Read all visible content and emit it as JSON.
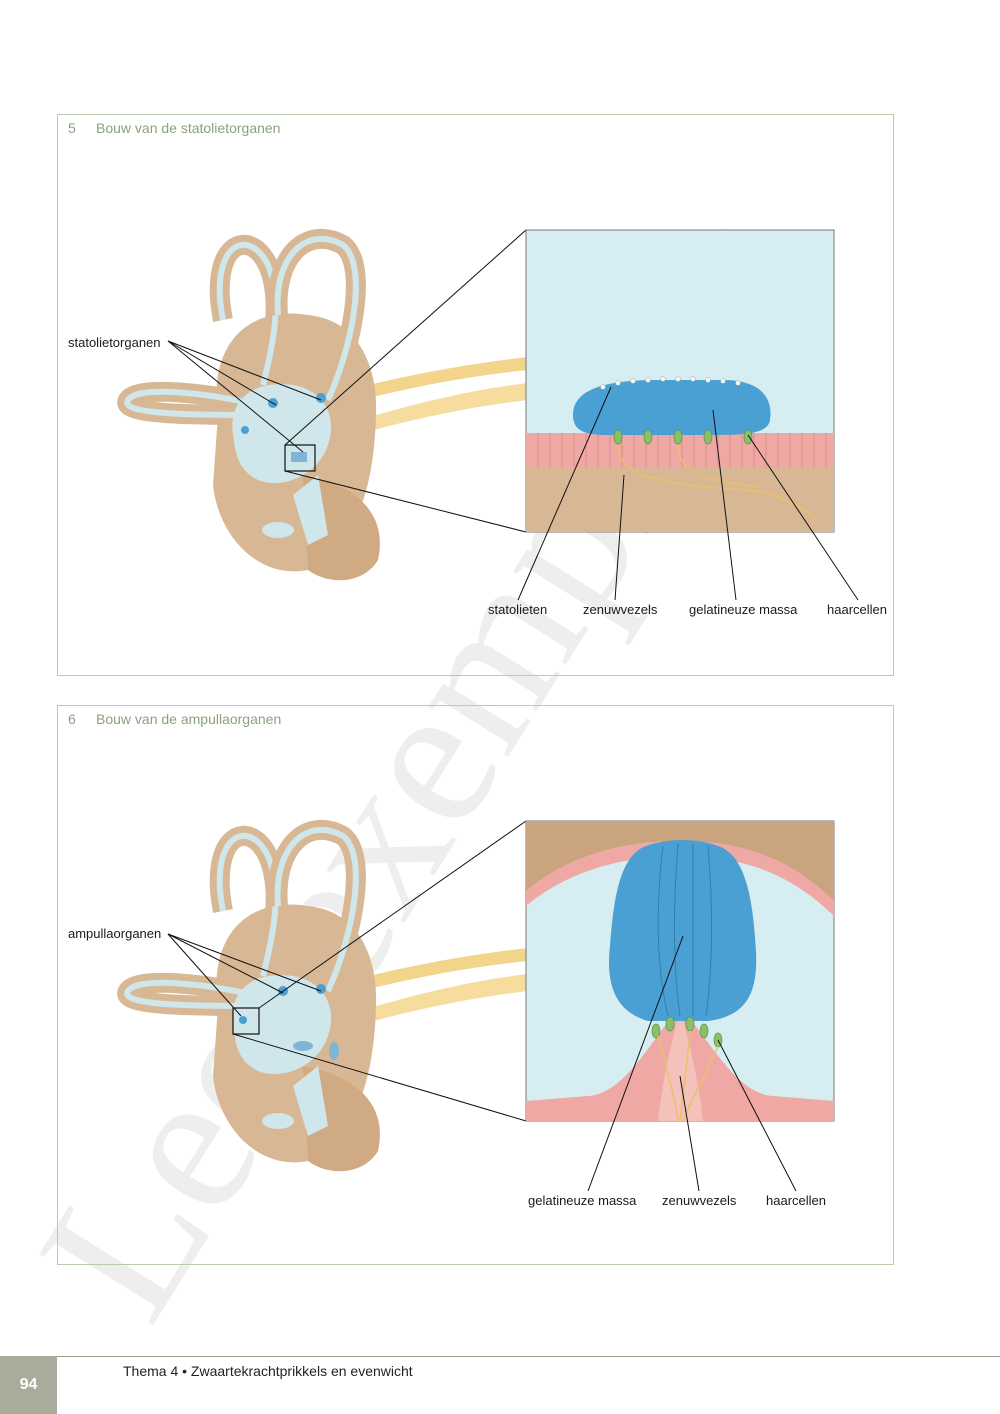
{
  "watermark": "Leesexemplaar",
  "figure5": {
    "number": "5",
    "title": "Bouw van de statolietorganen",
    "labels": {
      "organ": "statolietorganen",
      "statolieten": "statolieten",
      "zenuwvezels": "zenuwvezels",
      "gelatineuze_massa": "gelatineuze massa",
      "haarcellen": "haarcellen"
    }
  },
  "figure6": {
    "number": "6",
    "title": "Bouw van de ampullaorganen",
    "labels": {
      "organ": "ampullaorganen",
      "gelatineuze_massa": "gelatineuze massa",
      "zenuwvezels": "zenuwvezels",
      "haarcellen": "haarcellen"
    }
  },
  "footer": {
    "page_number": "94",
    "text": "Thema 4 • Zwaartekrachtprikkels en evenwicht"
  },
  "colors": {
    "frame": "#b9ccaf",
    "caption": "#8aa27e",
    "bone": "#d8b894",
    "fluid": "#cfe6ea",
    "gel": "#4a9fd3",
    "cells": "#f0a8a4",
    "nerve": "#f2cf7e",
    "footer_box": "#a9ab9b"
  }
}
